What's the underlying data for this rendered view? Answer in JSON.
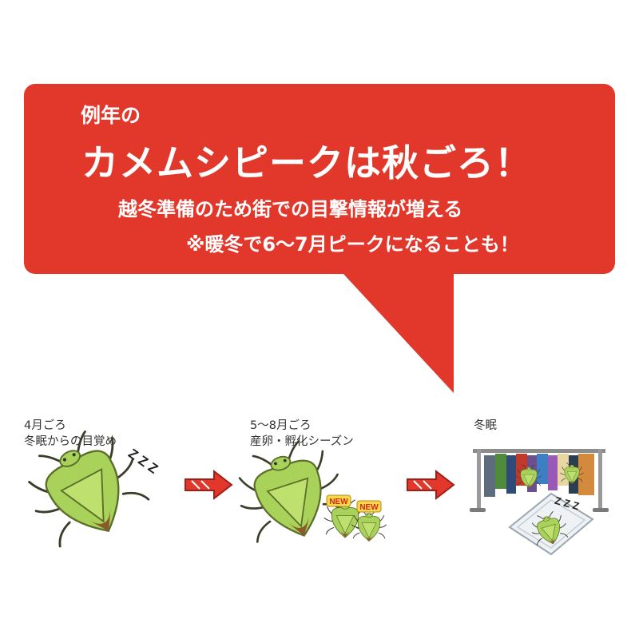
{
  "banner": {
    "kicker": "例年の",
    "headline": "カメムシピークは秋ごろ！",
    "line1": "越冬準備のため街での目撃情報が増える",
    "line2": "※暖冬で6〜7月ピークになることも！",
    "color": "#e1382b"
  },
  "stages": [
    {
      "line1": "4月ごろ",
      "line2": "冬眠からの目覚め",
      "icon": "stink-bug-waking-icon"
    },
    {
      "line1": "5〜8月ごろ",
      "line2": "産卵・孵化シーズン",
      "icon": "stink-bug-hatching-icon"
    },
    {
      "line1": "冬眠",
      "line2": "",
      "icon": "stink-bug-hibernating-icon"
    }
  ],
  "zzz": "Z Z Z",
  "new_tag": "NEW",
  "colors": {
    "bug_body": "#a8d25a",
    "bug_outline": "#5b6e2a",
    "arrow": "#e1382b",
    "text": "#333333"
  }
}
